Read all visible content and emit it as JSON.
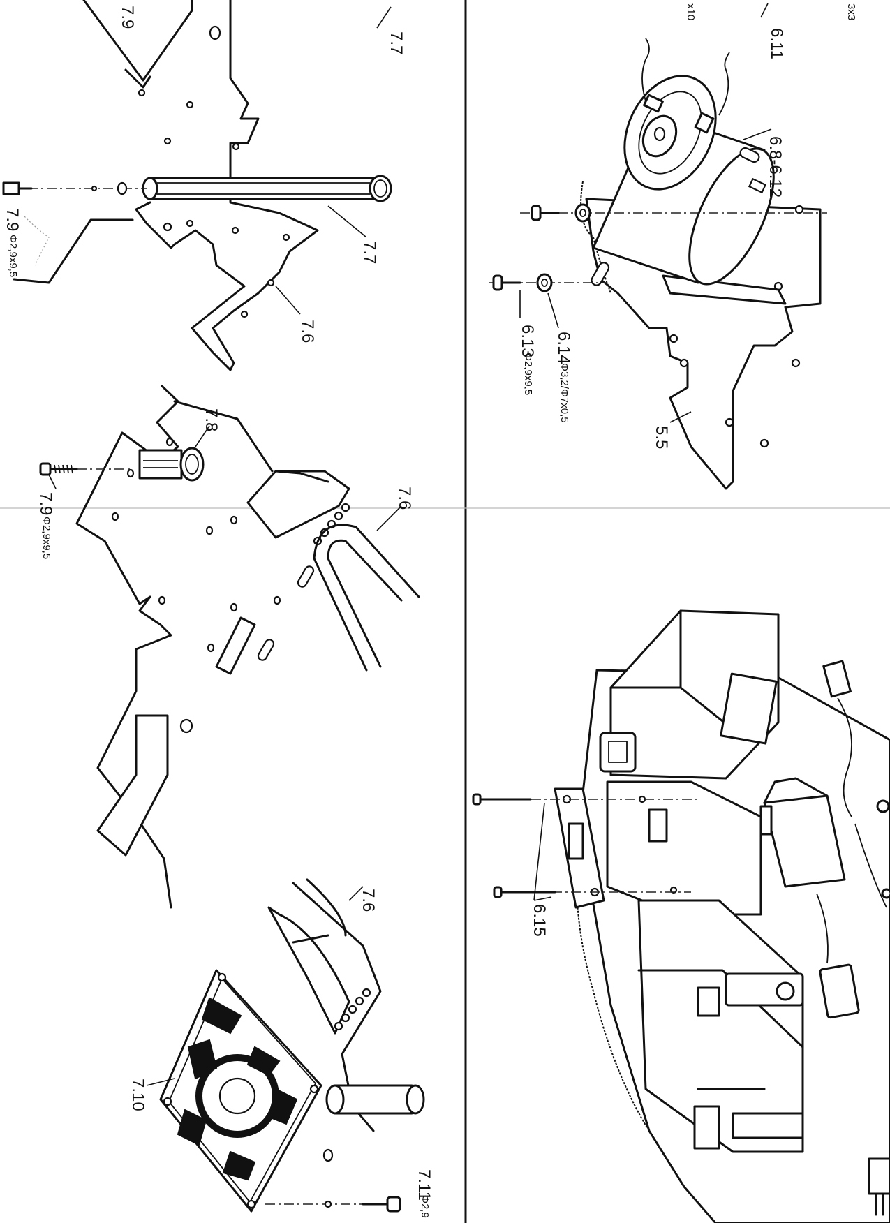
{
  "labels": {
    "l_79_top": "7.9",
    "l_77_top": "7.7",
    "l_79_left_num": "7.9",
    "l_79_left_spec": "Φ2,9x9,5",
    "l_77_mid": "7.7",
    "l_76_a": "7.6",
    "l_78": "7.8",
    "l_79_mid_num": "7.9",
    "l_79_mid_spec": "Φ2,9x9,5",
    "l_76_b": "7.6",
    "l_76_c": "7.6",
    "l_710": "7.10",
    "l_711_num": "7.11",
    "l_711_spec": "Φ2,9",
    "l_x10": "x10",
    "l_611": "6.11",
    "l_3x3": "3x3",
    "l_68_612": "6.8-6.12",
    "l_614_num": "6.14",
    "l_614_spec": "Φ3,2/Φ7x0,5",
    "l_613_num": "6.13",
    "l_613_spec": "Φ2,9x9,5",
    "l_55": "5.5",
    "l_615": "6.15"
  },
  "colors": {
    "ink": "#111111",
    "paper": "#ffffff"
  }
}
